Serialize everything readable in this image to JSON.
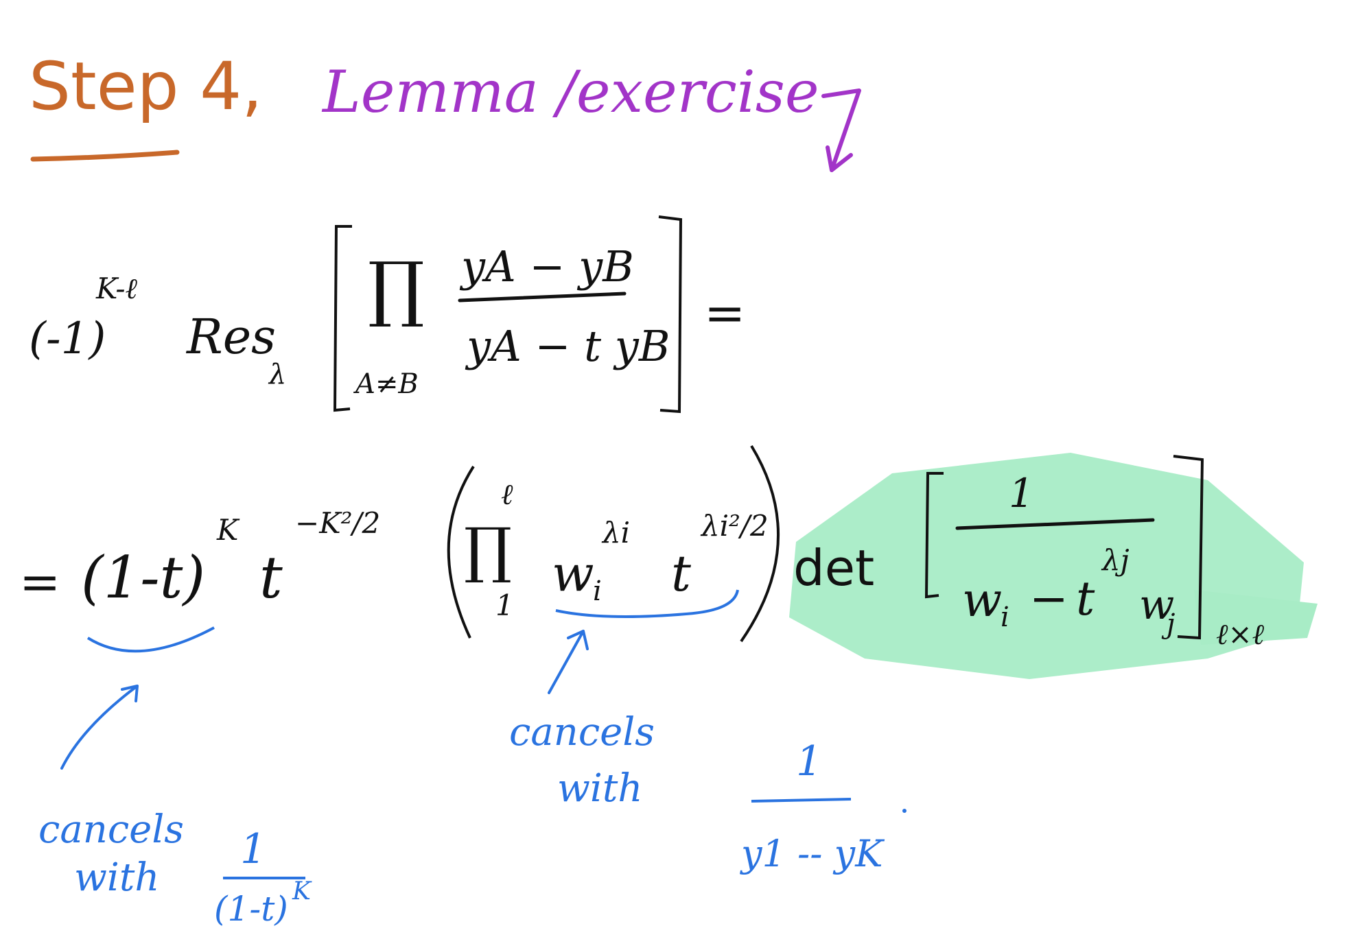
{
  "heading": {
    "step": "Step 4,",
    "topic": "Lemma /exercise"
  },
  "line1": {
    "sign_base": "(-1)",
    "sign_exp": "K-ℓ",
    "res": "Res",
    "res_sub": "λ",
    "prod": "∏",
    "prod_sub": "A≠B",
    "numerator": "yA − yB",
    "denominator": "yA − t yB",
    "equals": "="
  },
  "line2": {
    "equals": "=",
    "factor1_base": "(1-t)",
    "factor1_exp": "K",
    "factor2_base": "t",
    "factor2_exp": "−K²/2",
    "prod": "∏",
    "prod_top": "ℓ",
    "prod_bottom": "1",
    "w": "w",
    "w_sub": "i",
    "w_exp": "λi",
    "t": "t",
    "t_exp": "λi²/2",
    "det": "det",
    "frac_num": "1",
    "frac_den_w1": "w",
    "frac_den_w1_sub": "i",
    "frac_den_minus": "−",
    "frac_den_t": "t",
    "frac_den_t_exp": "λj",
    "frac_den_w2": "w",
    "frac_den_w2_sub": "j",
    "matrix_size": "ℓ×ℓ"
  },
  "notes": {
    "left_cancel": "cancels",
    "left_with": "with",
    "left_frac_num": "1",
    "left_frac_den": "(1-t)",
    "left_frac_den_exp": "K",
    "middle_cancel": "cancels",
    "middle_with": "with",
    "right_frac_num": "1",
    "right_frac_den": "y1 -- yK"
  },
  "colors": {
    "heading_step": "#c8682a",
    "heading_topic": "#a234c8",
    "ink": "#111111",
    "annotation": "#2a73e0",
    "highlight": "#a8ecc6"
  }
}
